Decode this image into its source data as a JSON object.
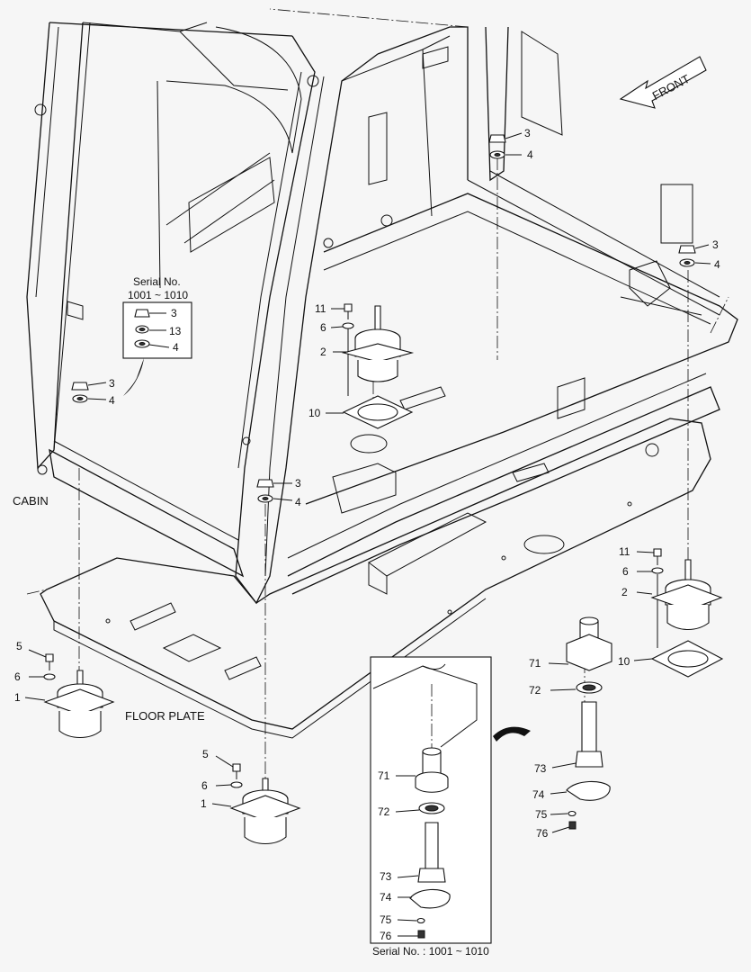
{
  "parts": {
    "cabin_label": "CABIN",
    "floor_plate_label": "FLOOR PLATE",
    "front_label": "FRONT",
    "inset_top_title_1": "Serial No.",
    "inset_top_title_2": "1001 ~ 1010",
    "inset_bottom_title": "Serial No. : 1001 ~ 1010"
  },
  "callouts": {
    "c3a": "3",
    "c4a": "4",
    "c3b": "3",
    "c4b": "4",
    "c3c": "3",
    "c4c": "4",
    "c3d": "3",
    "c4d": "4",
    "ins3": "3",
    "ins13": "13",
    "ins4": "4",
    "c11a": "11",
    "c6a": "6",
    "c2a": "2",
    "c10a": "10",
    "c11b": "11",
    "c6b": "6",
    "c2b": "2",
    "c10b": "10",
    "c5a": "5",
    "c6c": "6",
    "c1a": "1",
    "c5b": "5",
    "c6d": "6",
    "c1b": "1",
    "c71a": "71",
    "c72a": "72",
    "c73a": "73",
    "c74a": "74",
    "c75a": "75",
    "c76a": "76",
    "c71b": "71",
    "c72b": "72",
    "c73b": "73",
    "c74b": "74",
    "c75b": "75",
    "c76b": "76"
  }
}
